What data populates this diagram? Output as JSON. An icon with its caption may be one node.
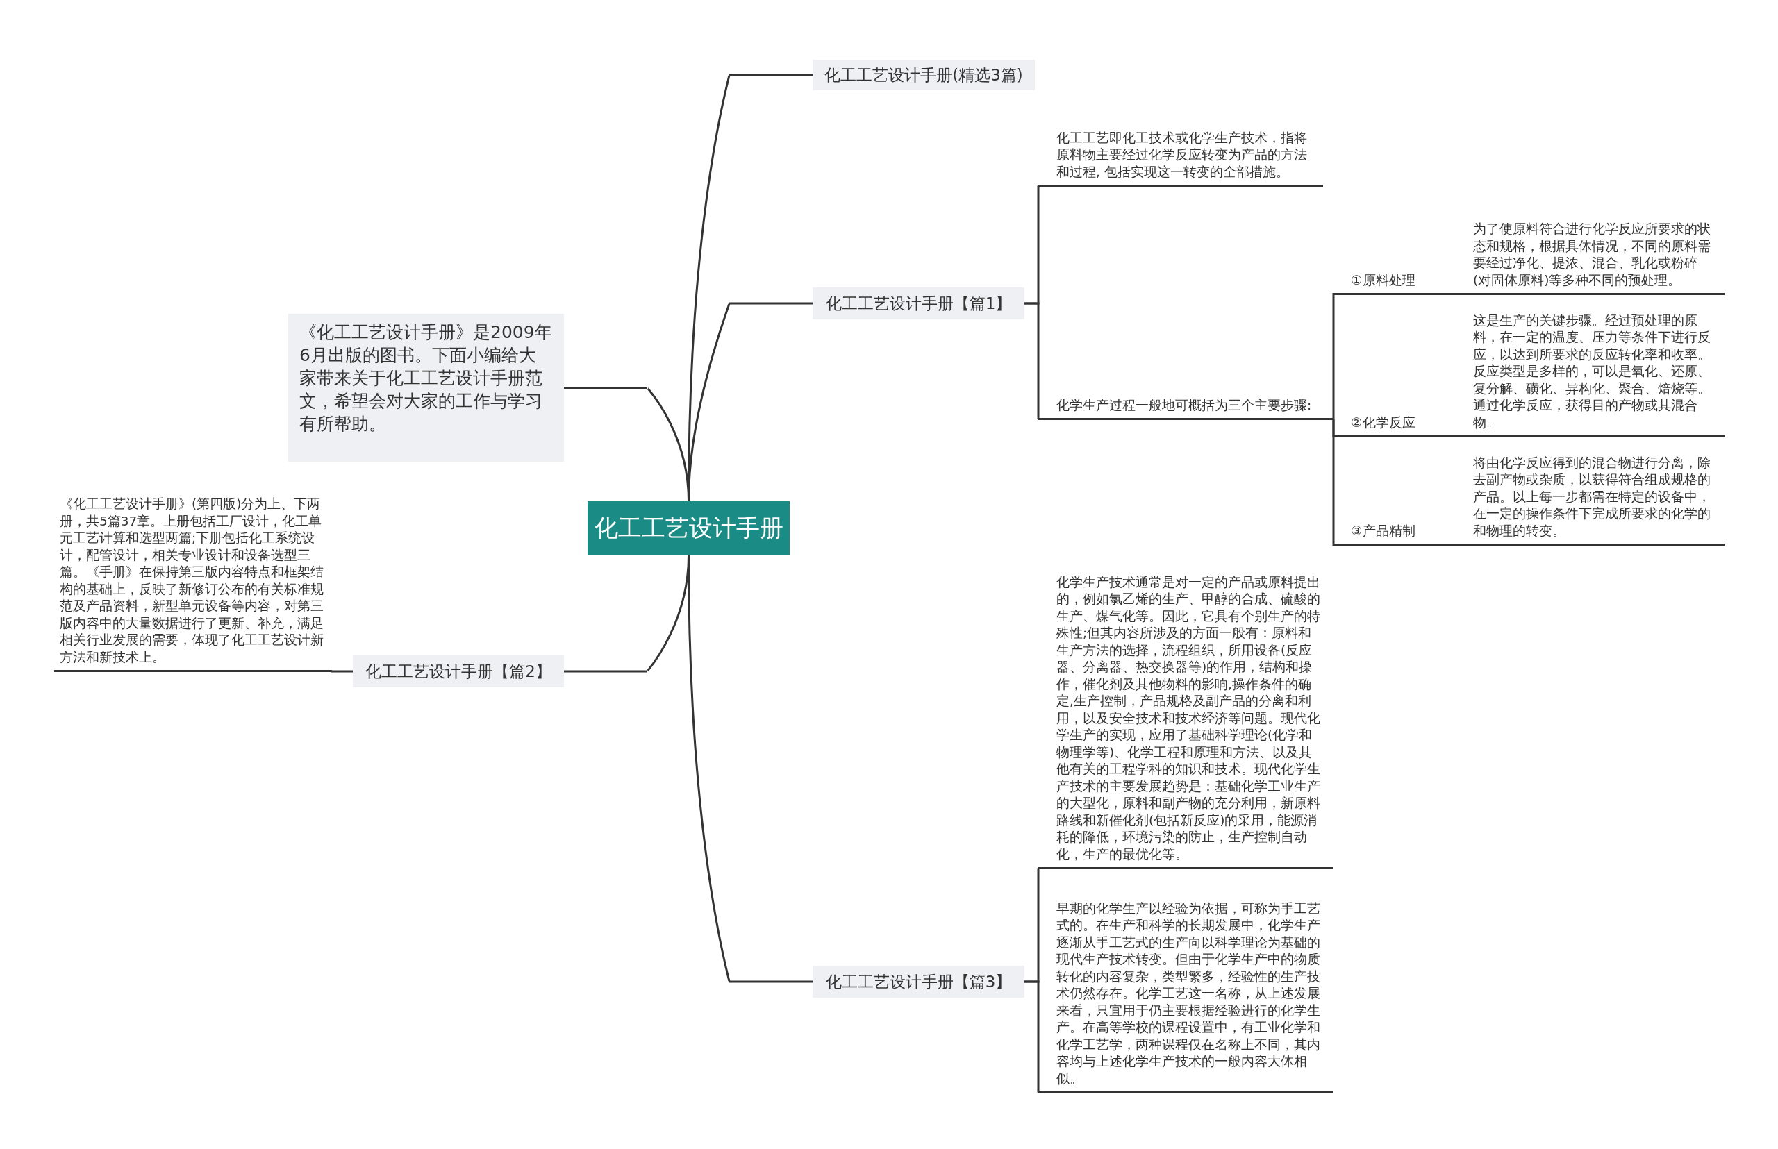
{
  "diagram": {
    "nodes": [
      {
        "text": [
          "化工工艺设计手册"
        ]
      },
      {
        "text": [
          "化工工艺设计手册(精选3篇)"
        ]
      },
      {
        "text": [
          "化工工艺设计手册【篇1】"
        ]
      },
      {
        "text": [
          "《化工工艺设计手册》是2009年6月出版的图书。下面小编给大家带来关于化工工艺设计手册范文，希望会对大家的工作与学习有所帮助。"
        ]
      },
      {
        "text": [
          "化工工艺设计手册【篇2】"
        ]
      },
      {
        "text": [
          "《化工工艺设计手册》(第四版)分为上、下两册，共5篇37章。上册包括工厂设计，化工单元工艺计算和选型两篇;下册包括化工系统设计，配管设计，相关专业设计和设备选型三篇。《手册》在保持第三版内容特点和框架结构的基础上，反映了新修订公布的有关标准规范及产品资料，新型单元设备等内容，对第三版内容中的大量数据进行了更新、补充，满足相关行业发展的需要，体现了化工工艺设计新方法和新技术上。"
        ]
      },
      {
        "text": [
          "化工工艺设计手册【篇3】"
        ]
      },
      {
        "text": [
          "化工工艺即化工技术或化学生产技术，指将原料物主要经过化学反应转变为产品的方法和过程, 包括实现这一转变的全部措施。"
        ]
      },
      {
        "text": [
          "化学生产过程一般地可概括为三个主要步骤:"
        ]
      },
      {
        "text": [
          "①原料处理"
        ]
      },
      {
        "text": [
          "为了使原料符合进行化学反应所要求的状态和规格，根据具体情况，不同的原料需要经过净化、提浓、混合、乳化或粉碎(对固体原料)等多种不同的预处理。"
        ]
      },
      {
        "text": [
          "②化学反应"
        ]
      },
      {
        "text": [
          "这是生产的关键步骤。经过预处理的原料，在一定的温度、压力等条件下进行反应，以达到所要求的反应转化率和收率。反应类型是多样的，可以是氧化、还原、复分解、磺化、异构化、聚合、焙烧等。通过化学反应，获得目的产物或其混合物。"
        ]
      },
      {
        "text": [
          "③产品精制"
        ]
      },
      {
        "text": [
          "将由化学反应得到的混合物进行分离，除去副产物或杂质，以获得符合组成规格的产品。以上每一步都需在特定的设备中，在一定的操作条件下完成所要求的化学的和物理的转变。"
        ]
      },
      {
        "text": [
          "化学生产技术通常是对一定的产品或原料提出的，例如氯乙烯的生产、甲醇的合成、硫酸的生产、煤气化等。因此，它具有个别生产的特殊性;但其内容所涉及的方面一般有：原料和生产方法的选择，流程组织，所用设备(反应器、分离器、热交换器等)的作用，结构和操作，催化剂及其他物料的影响,操作条件的确定,生产控制，产品规格及副产品的分离和利用，以及安全技术和技术经济等问题。现代化学生产的实现，应用了基础科学理论(化学和物理学等)、化学工程和原理和方法、以及其他有关的工程学科的知识和技术。现代化学生产技术的主要发展趋势是：基础化学工业生产的大型化，原料和副产物的充分利用，新原料路线和新催化剂(包括新反应)的采用，能源消耗的降低，环境污染的防止，生产控制自动化，生产的最优化等。"
        ]
      },
      {
        "text": [
          "早期的化学生产以经验为依据，可称为手工艺式的。在生产和科学的长期发展中，化学生产逐渐从手工艺式的生产向以科学理论为基础的现代生产技术转变。但由于化学生产中的物质转化的内容复杂，类型繁多，经验性的生产技术仍然存在。化学工艺这一名称，从上述发展来看，只宜用于仍主要根据经验进行的化学生产。在高等学校的课程设置中，有工业化学和化学工艺学，两种课程仅在名称上不同，其内容均与上述化学生产技术的一般内容大体相似。"
        ]
      }
    ],
    "edges": [
      {
        "from": 0,
        "to": 1,
        "arrow": "none"
      },
      {
        "from": 0,
        "to": 2,
        "arrow": "none"
      },
      {
        "from": 0,
        "to": 3,
        "arrow": "none"
      },
      {
        "from": 0,
        "to": 4,
        "arrow": "none"
      },
      {
        "from": 0,
        "to": 6,
        "arrow": "none"
      },
      {
        "from": 4,
        "to": 5,
        "arrow": "none"
      },
      {
        "from": 2,
        "to": 7,
        "arrow": "none"
      },
      {
        "from": 2,
        "to": 8,
        "arrow": "none"
      },
      {
        "from": 8,
        "to": 9,
        "arrow": "none"
      },
      {
        "from": 8,
        "to": 11,
        "arrow": "none"
      },
      {
        "from": 8,
        "to": 13,
        "arrow": "none"
      },
      {
        "from": 9,
        "to": 10,
        "arrow": "none"
      },
      {
        "from": 11,
        "to": 12,
        "arrow": "none"
      },
      {
        "from": 13,
        "to": 14,
        "arrow": "none"
      },
      {
        "from": 6,
        "to": 15,
        "arrow": "none"
      },
      {
        "from": 6,
        "to": 16,
        "arrow": "none"
      }
    ]
  }
}
